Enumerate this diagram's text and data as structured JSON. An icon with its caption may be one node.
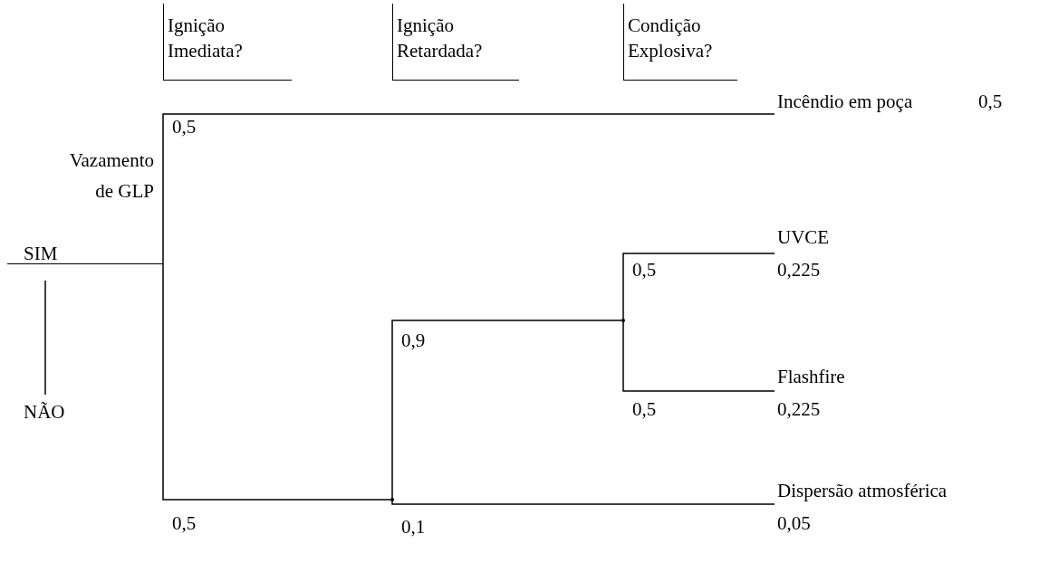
{
  "diagram": {
    "nodes": [
      {
        "text": [
          "Vazamento de GLP"
        ]
      },
      {
        "text": [
          "Incêndio em poça"
        ],
        "beside": [
          "0,5"
        ]
      },
      {
        "text": [
          "UVCE"
        ],
        "beside": [
          "0,225"
        ]
      },
      {
        "text": [
          "Flashfire"
        ],
        "beside": [
          "0,225"
        ]
      },
      {
        "text": [
          "Dispersão atmosférica"
        ],
        "beside": [
          "0,05"
        ]
      },
      {
        "text": [],
        "shape": "point"
      },
      {
        "text": [],
        "shape": "point"
      }
    ],
    "edges": [
      {
        "from": 0,
        "to": 1,
        "arrow": "none",
        "label": "0,5"
      },
      {
        "from": 0,
        "to": 5,
        "arrow": "none",
        "label": "0,5"
      },
      {
        "from": 5,
        "to": 6,
        "arrow": "none",
        "label": "0,9"
      },
      {
        "from": 5,
        "to": 4,
        "arrow": "none",
        "label": "0,1"
      },
      {
        "from": 6,
        "to": 2,
        "arrow": "none",
        "label": "0,5"
      },
      {
        "from": 6,
        "to": 3,
        "arrow": "none",
        "label": "0,5"
      }
    ],
    "labels": [
      "Ignição Imediata?",
      "Ignição Retardada?",
      "Condição Explosiva?",
      "SIM",
      "NÃO"
    ]
  }
}
